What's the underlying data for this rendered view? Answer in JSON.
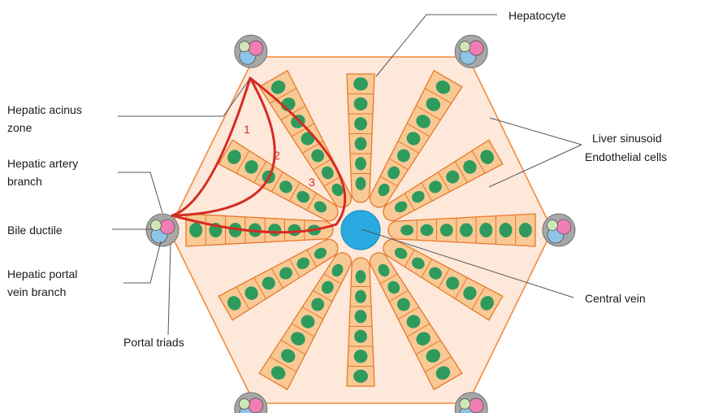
{
  "labels": {
    "hepatocyte": "Hepatocyte",
    "acinus_line1": "Hepatic acinus",
    "acinus_line2": "zone",
    "sinusoid_line1": "Liver sinusoid",
    "sinusoid_line2": "Endothelial cells",
    "artery_line1": "Hepatic artery",
    "artery_line2": "branch",
    "bile": "Bile ductile",
    "portal_line1": "Hepatic portal",
    "portal_line2": "vein branch",
    "central_vein": "Central vein",
    "portal_triads": "Portal triads"
  },
  "zones": [
    "1",
    "2",
    "3"
  ],
  "colors": {
    "lobule_fill": "#fde8da",
    "lobule_stroke": "#f08a3c",
    "cell_fill": "#f9c995",
    "cell_stroke": "#e7782a",
    "nucleus": "#2e9b5d",
    "central_vein": "#29abe2",
    "zone_line": "#d42b22",
    "triad_base": "#a7a7a7",
    "triad_artery": "#f07eb4",
    "triad_portal": "#8fc3e8",
    "triad_bile": "#cfe6b6"
  }
}
